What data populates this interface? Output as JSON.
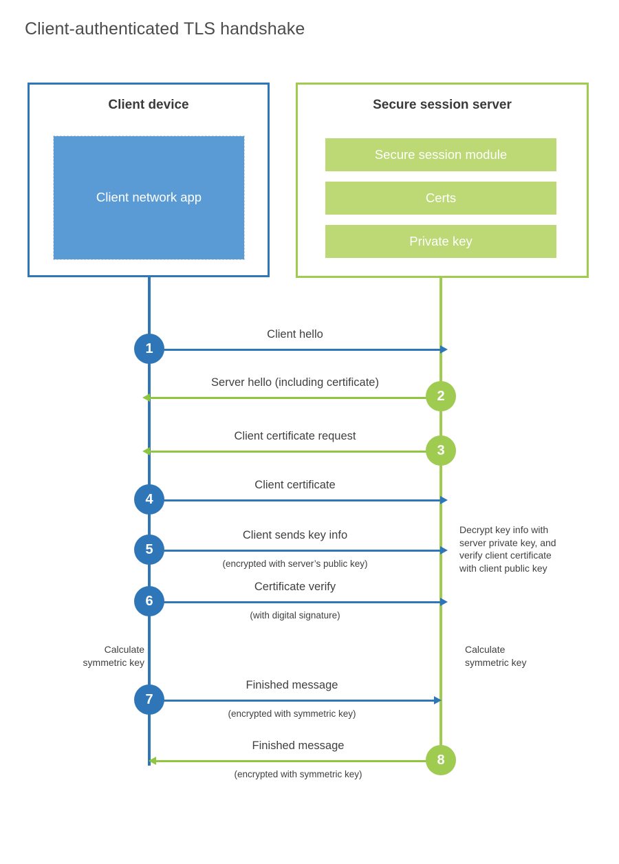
{
  "title": "Client-authenticated TLS handshake",
  "client": {
    "title": "Client device",
    "app_label": "Client network\napp"
  },
  "server": {
    "title": "Secure session server",
    "components": [
      {
        "label": "Secure session module"
      },
      {
        "label": "Certs"
      },
      {
        "label": "Private key"
      }
    ]
  },
  "messages": [
    {
      "number": "1",
      "label": "Client hello",
      "sublabel": "",
      "direction": "to-server"
    },
    {
      "number": "2",
      "label": "Server hello (including certificate)",
      "sublabel": "",
      "direction": "to-client"
    },
    {
      "number": "3",
      "label": "Client certificate request",
      "sublabel": "",
      "direction": "to-client"
    },
    {
      "number": "4",
      "label": "Client certificate",
      "sublabel": "",
      "direction": "to-server"
    },
    {
      "number": "5",
      "label": "Client sends key info",
      "sublabel": "(encrypted with server’s public key)",
      "direction": "to-server"
    },
    {
      "number": "6",
      "label": "Certificate verify",
      "sublabel": "(with digital signature)",
      "direction": "to-server"
    },
    {
      "number": "7",
      "label": "Finished message",
      "sublabel": "(encrypted with symmetric key)",
      "direction": "to-server"
    },
    {
      "number": "8",
      "label": "Finished message",
      "sublabel": "(encrypted with symmetric key)",
      "direction": "to-client"
    }
  ],
  "annotations": {
    "server_decrypt": "Decrypt key info with\nserver private key, and\nverify client certificate\nwith client public key",
    "client_calculate": "Calculate\nsymmetric key",
    "server_calculate": "Calculate\nsymmetric key"
  },
  "colors": {
    "client_blue": "#2e76b8",
    "client_app_blue": "#5b9bd5",
    "server_green": "#9ecb50",
    "server_bar_green": "#bcd975",
    "arrow_green": "#8fc640",
    "text": "#3f3f3f"
  }
}
